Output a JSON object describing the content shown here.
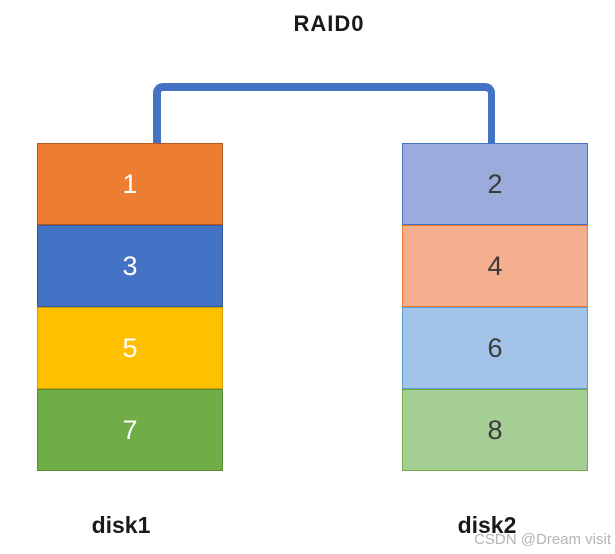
{
  "title": "RAID0",
  "watermark": "CSDN @Dream visit",
  "connector": {
    "color": "#4472C4",
    "shape": "rounded-bracket-linking-disk-tops"
  },
  "disks": [
    {
      "label": "disk1",
      "blocks": [
        {
          "label": "1",
          "fill": "#ED7D31",
          "border": "#B4591E",
          "text_color": "#FFFFFF"
        },
        {
          "label": "3",
          "fill": "#4472C4",
          "border": "#35579A",
          "text_color": "#FFFFFF"
        },
        {
          "label": "5",
          "fill": "#FFC000",
          "border": "#D29B00",
          "text_color": "#FFFFFF"
        },
        {
          "label": "7",
          "fill": "#70AD47",
          "border": "#598A38",
          "text_color": "#FFFFFF"
        }
      ]
    },
    {
      "label": "disk2",
      "blocks": [
        {
          "label": "2",
          "fill": "#9AABDC",
          "border": "#4472C4",
          "text_color": "#3B3B3B"
        },
        {
          "label": "4",
          "fill": "#F5AE8E",
          "border": "#ED7D31",
          "text_color": "#3B3B3B"
        },
        {
          "label": "6",
          "fill": "#A3C4E8",
          "border": "#5B9BD5",
          "text_color": "#3B3B3B"
        },
        {
          "label": "8",
          "fill": "#A5CE94",
          "border": "#70AD47",
          "text_color": "#3B3B3B"
        }
      ]
    }
  ]
}
